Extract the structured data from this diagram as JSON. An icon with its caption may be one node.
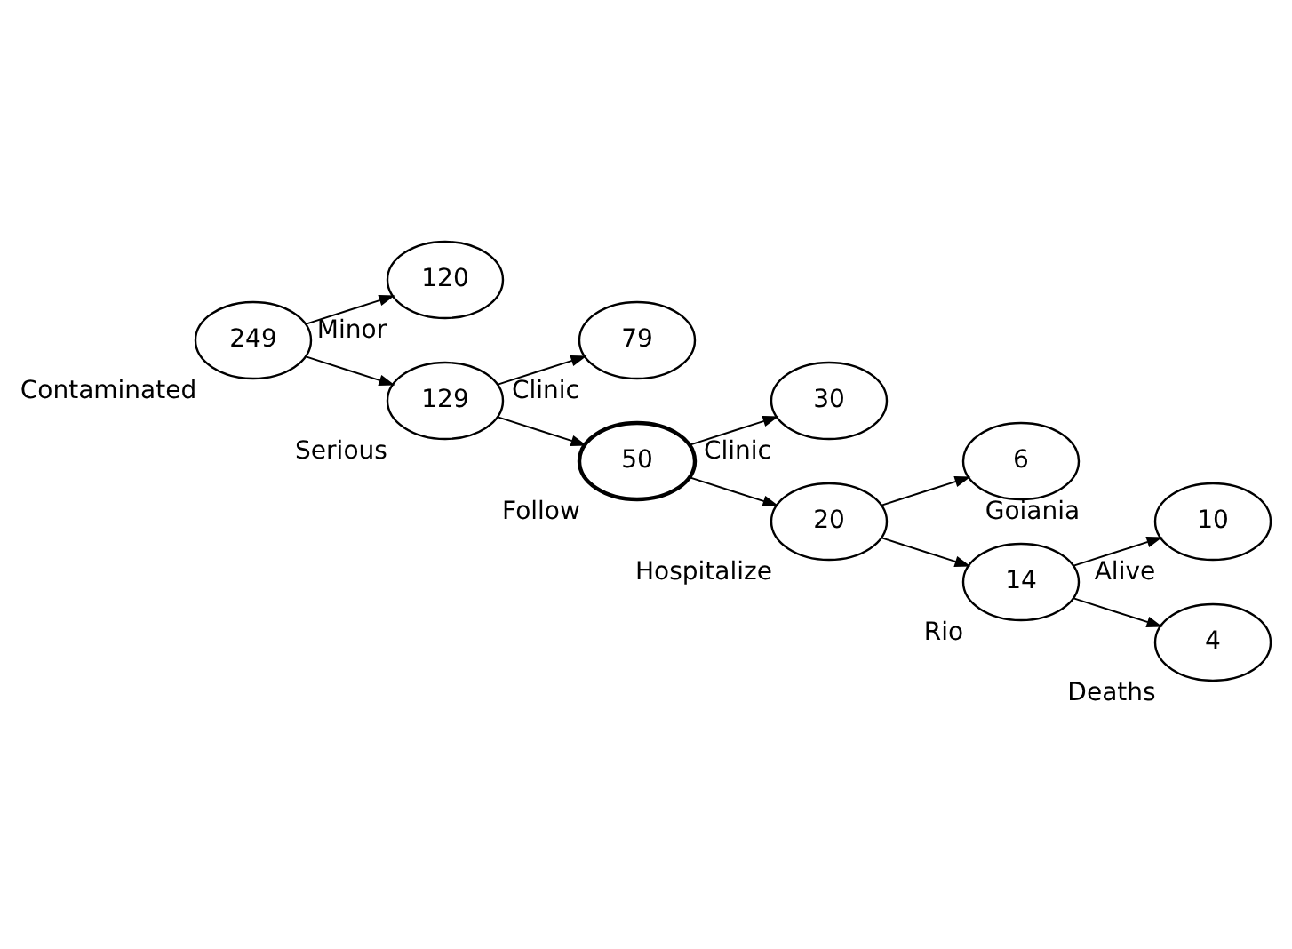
{
  "diagram": {
    "nodes": [
      {
        "text": [
          "249"
        ],
        "beside": [
          "Contaminated"
        ]
      },
      {
        "text": [
          "120"
        ],
        "beside": [
          "Minor"
        ]
      },
      {
        "text": [
          "129"
        ],
        "beside": [
          "Serious"
        ]
      },
      {
        "text": [
          "79"
        ],
        "beside": [
          "Clinic"
        ]
      },
      {
        "text": [
          "50"
        ],
        "beside": [
          "Follow"
        ]
      },
      {
        "text": [
          "30"
        ],
        "beside": [
          "Clinic"
        ]
      },
      {
        "text": [
          "20"
        ],
        "beside": [
          "Hospitalize"
        ]
      },
      {
        "text": [
          "6"
        ],
        "beside": [
          "Goiania"
        ]
      },
      {
        "text": [
          "14"
        ],
        "beside": [
          "Rio"
        ]
      },
      {
        "text": [
          "10"
        ],
        "beside": [
          "Alive"
        ]
      },
      {
        "text": [
          "4"
        ],
        "beside": [
          "Deaths"
        ]
      }
    ],
    "edges": [
      {
        "from": 0,
        "to": 1,
        "arrow": "to"
      },
      {
        "from": 0,
        "to": 2,
        "arrow": "to"
      },
      {
        "from": 2,
        "to": 3,
        "arrow": "to"
      },
      {
        "from": 2,
        "to": 4,
        "arrow": "to"
      },
      {
        "from": 4,
        "to": 5,
        "arrow": "to"
      },
      {
        "from": 4,
        "to": 6,
        "arrow": "to"
      },
      {
        "from": 6,
        "to": 7,
        "arrow": "to"
      },
      {
        "from": 6,
        "to": 8,
        "arrow": "to"
      },
      {
        "from": 8,
        "to": 9,
        "arrow": "to"
      },
      {
        "from": 8,
        "to": 10,
        "arrow": "to"
      }
    ]
  }
}
